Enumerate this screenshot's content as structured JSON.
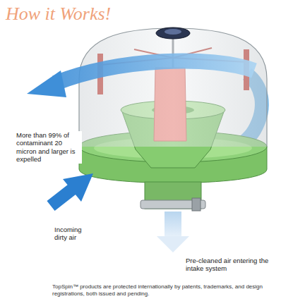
{
  "diagram": {
    "title": "How it Works!",
    "caption": "TopSpin™ products are protected internationally by patents, trademarks, and design registrations, both issued and pending.",
    "labels": [
      "More than 99% of contaminant 20 micron and larger is expelled",
      "Incoming dirty air",
      "Pre-cleaned air entering the intake system"
    ]
  }
}
